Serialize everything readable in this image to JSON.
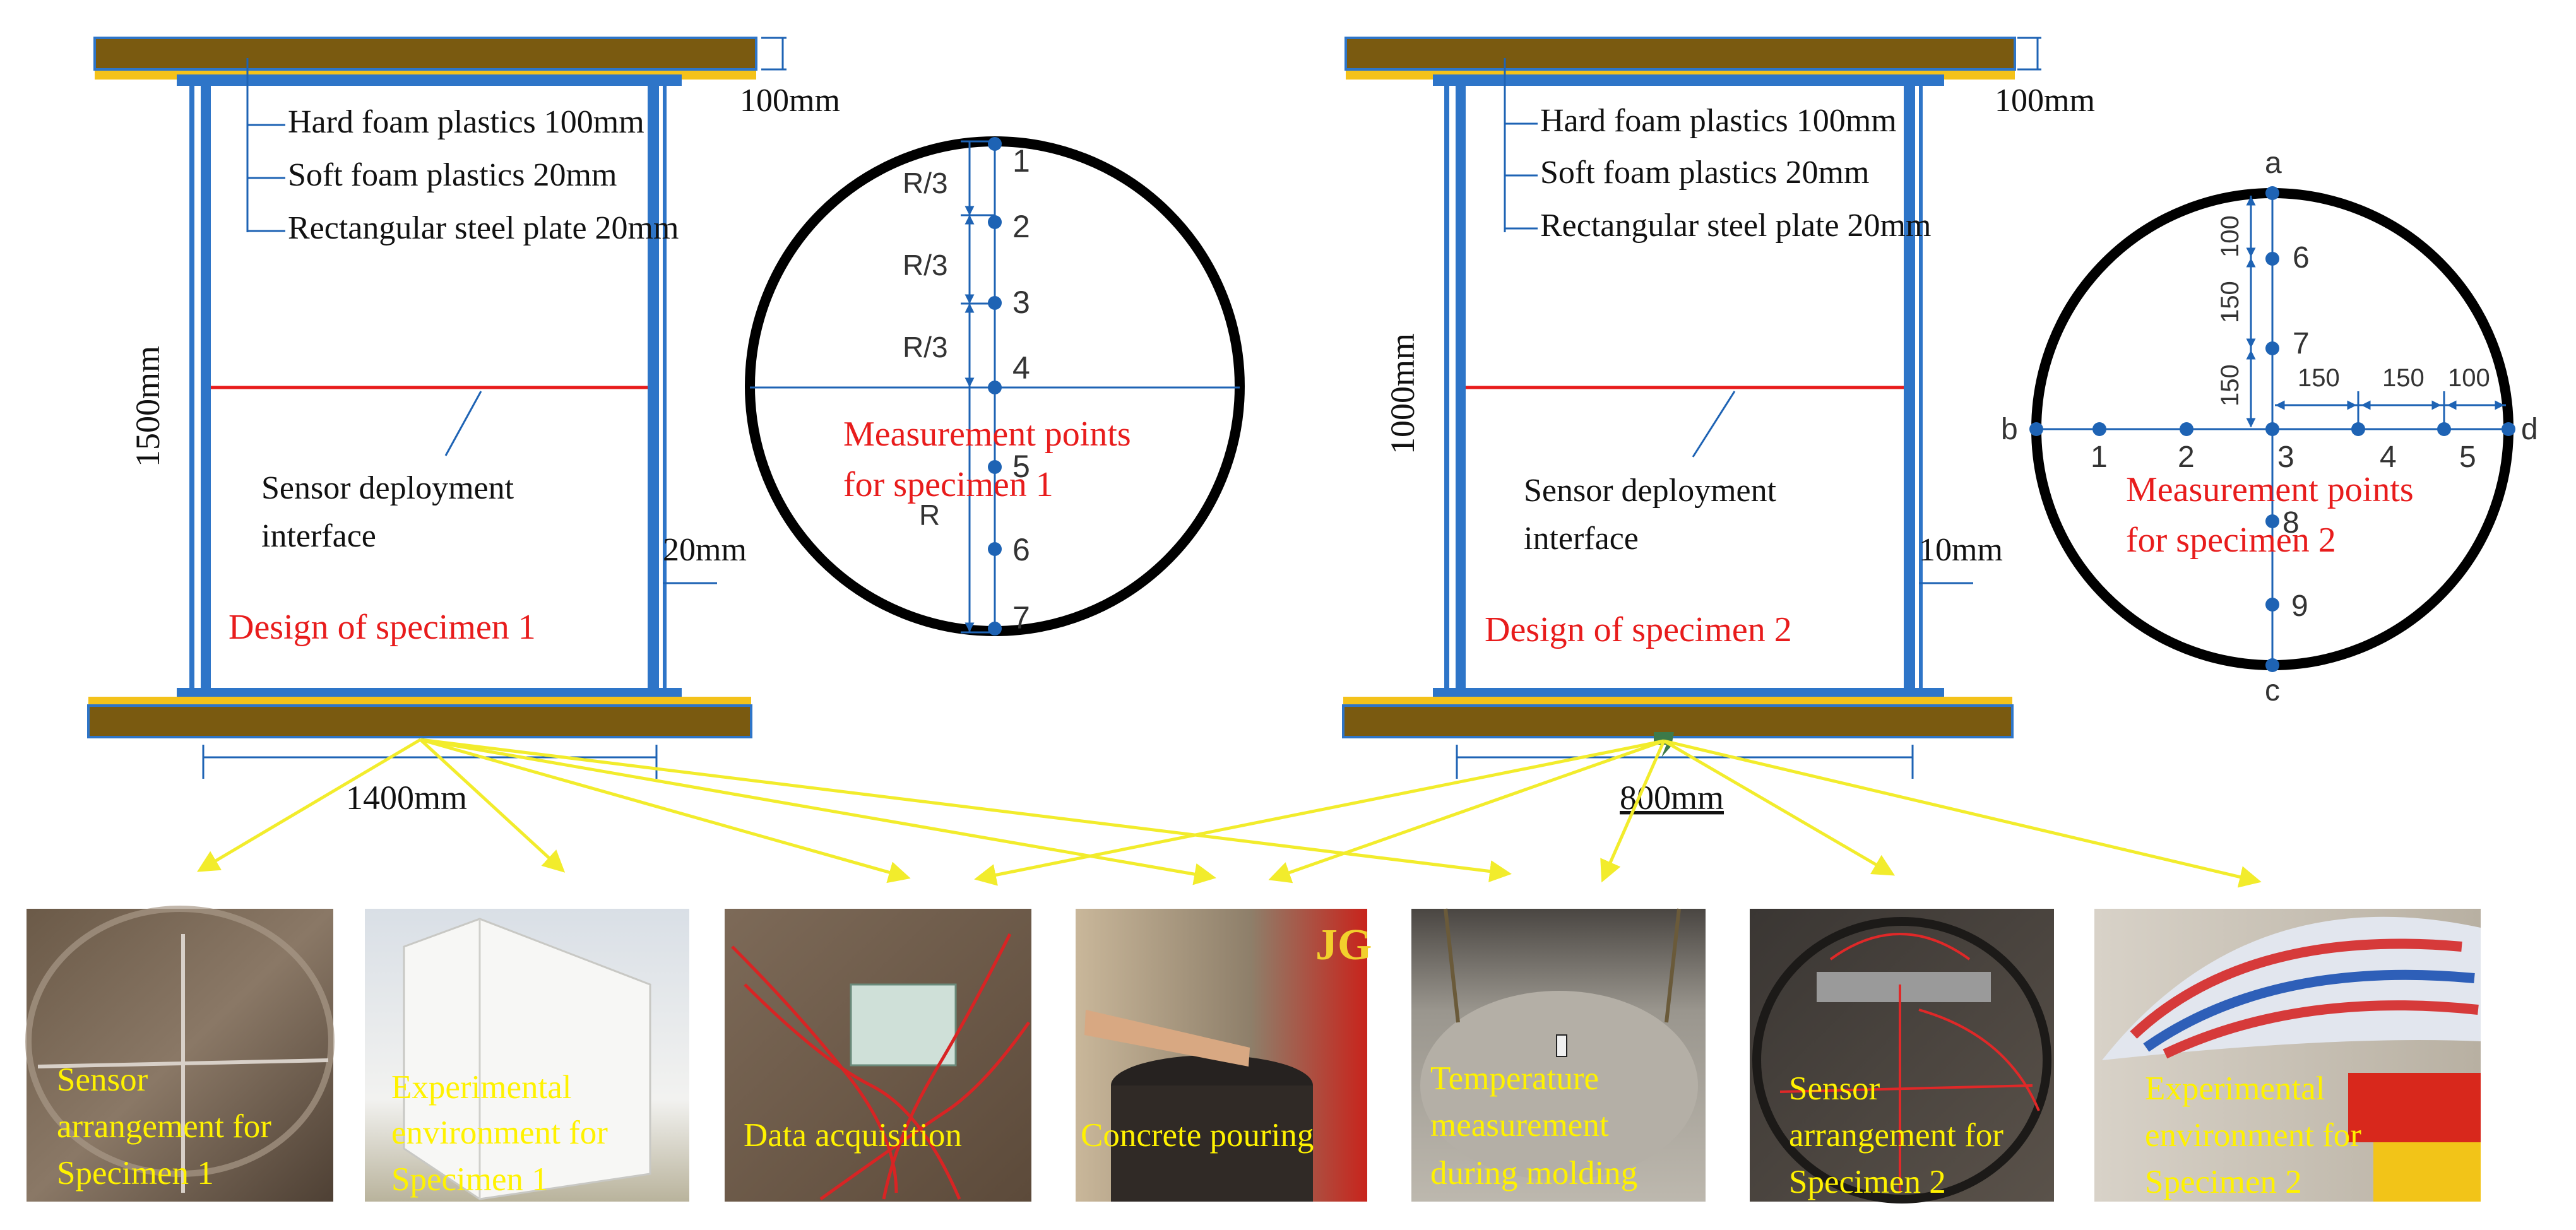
{
  "specimen1": {
    "layers": [
      "Hard foam plastics 100mm",
      "Soft foam plastics 20mm",
      "Rectangular steel plate 20mm"
    ],
    "top_thickness": "100mm",
    "height": "1500mm",
    "width": "1400mm",
    "wall": "20mm",
    "interface": [
      "Sensor deployment",
      "interface"
    ],
    "design_title": "Design of specimen 1"
  },
  "specimen2": {
    "layers": [
      "Hard foam plastics 100mm",
      "Soft foam plastics 20mm",
      "Rectangular  steel plate 20mm"
    ],
    "top_thickness": "100mm",
    "height": "1000mm",
    "width": "800mm",
    "wall": "10mm",
    "interface": [
      "Sensor deployment",
      "interface"
    ],
    "design_title": "Design of specimen 2"
  },
  "circle1": {
    "spacing_labels": [
      "R/3",
      "R/3",
      "R/3",
      "R"
    ],
    "points": [
      "1",
      "2",
      "3",
      "4",
      "5",
      "6",
      "7"
    ],
    "caption": [
      "Measurement points",
      "for specimen 1"
    ]
  },
  "circle2": {
    "edge_labels": [
      "a",
      "b",
      "c",
      "d"
    ],
    "points": [
      "1",
      "2",
      "3",
      "4",
      "5",
      "6",
      "7",
      "8",
      "9"
    ],
    "vertical_dims": [
      "100",
      "150",
      "150"
    ],
    "horizontal_dims": [
      "150",
      "150",
      "100"
    ],
    "caption": [
      "Measurement points",
      "for specimen 2"
    ]
  },
  "photos": [
    {
      "lines": [
        "Sensor",
        "arrangement for",
        "Specimen 1"
      ]
    },
    {
      "lines": [
        "Experimental",
        "environment for",
        "Specimen 1"
      ]
    },
    {
      "lines": [
        "Data acquisition"
      ]
    },
    {
      "lines": [
        "Concrete pouring"
      ]
    },
    {
      "lines": [
        "Temperature",
        "measurement",
        "during molding"
      ]
    },
    {
      "lines": [
        "Sensor",
        "arrangement for",
        "Specimen 2"
      ]
    },
    {
      "lines": [
        "Experimental",
        "environment for",
        "Specimen 2"
      ]
    }
  ],
  "colors": {
    "steel": "#2e75c8",
    "plate": "#7a5a10",
    "foam": "#f4c21a",
    "caption_red": "#e81c1c",
    "arrow_yellow": "#f2ec2c",
    "point_blue": "#1e63b4"
  }
}
